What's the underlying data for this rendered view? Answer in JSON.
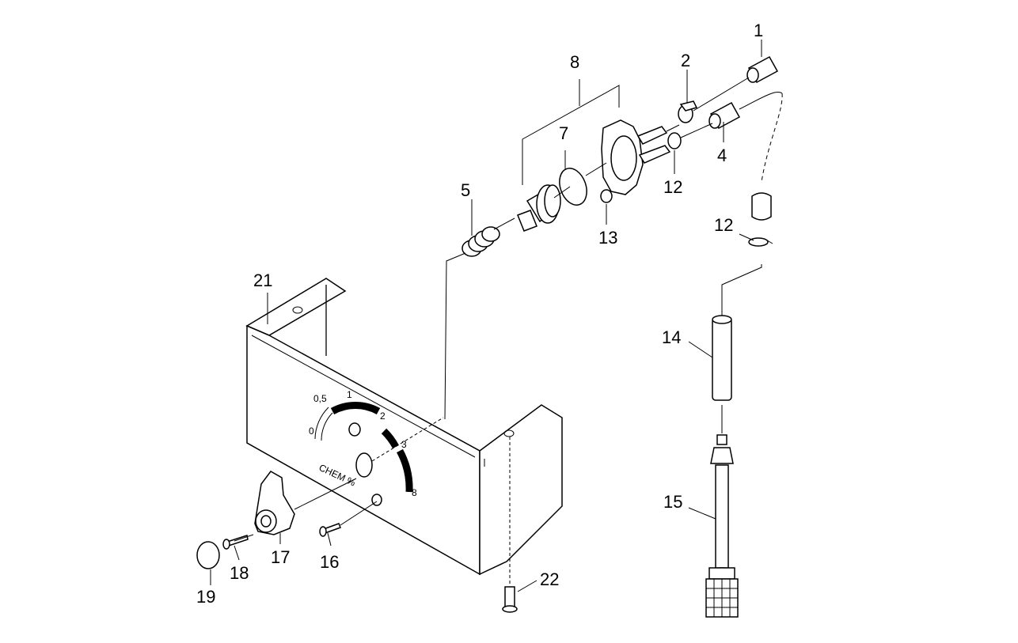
{
  "callouts": [
    {
      "id": "1",
      "label": "1"
    },
    {
      "id": "2",
      "label": "2"
    },
    {
      "id": "4",
      "label": "4"
    },
    {
      "id": "5",
      "label": "5"
    },
    {
      "id": "7",
      "label": "7"
    },
    {
      "id": "8",
      "label": "8"
    },
    {
      "id": "12a",
      "label": "12"
    },
    {
      "id": "12b",
      "label": "12"
    },
    {
      "id": "13",
      "label": "13"
    },
    {
      "id": "14",
      "label": "14"
    },
    {
      "id": "15",
      "label": "15"
    },
    {
      "id": "16",
      "label": "16"
    },
    {
      "id": "17",
      "label": "17"
    },
    {
      "id": "18",
      "label": "18"
    },
    {
      "id": "19",
      "label": "19"
    },
    {
      "id": "21",
      "label": "21"
    },
    {
      "id": "22",
      "label": "22"
    }
  ],
  "dial": {
    "scale_labels": [
      "0",
      "0,5",
      "1",
      "2",
      "3",
      "8"
    ],
    "label": "CHEM %"
  }
}
